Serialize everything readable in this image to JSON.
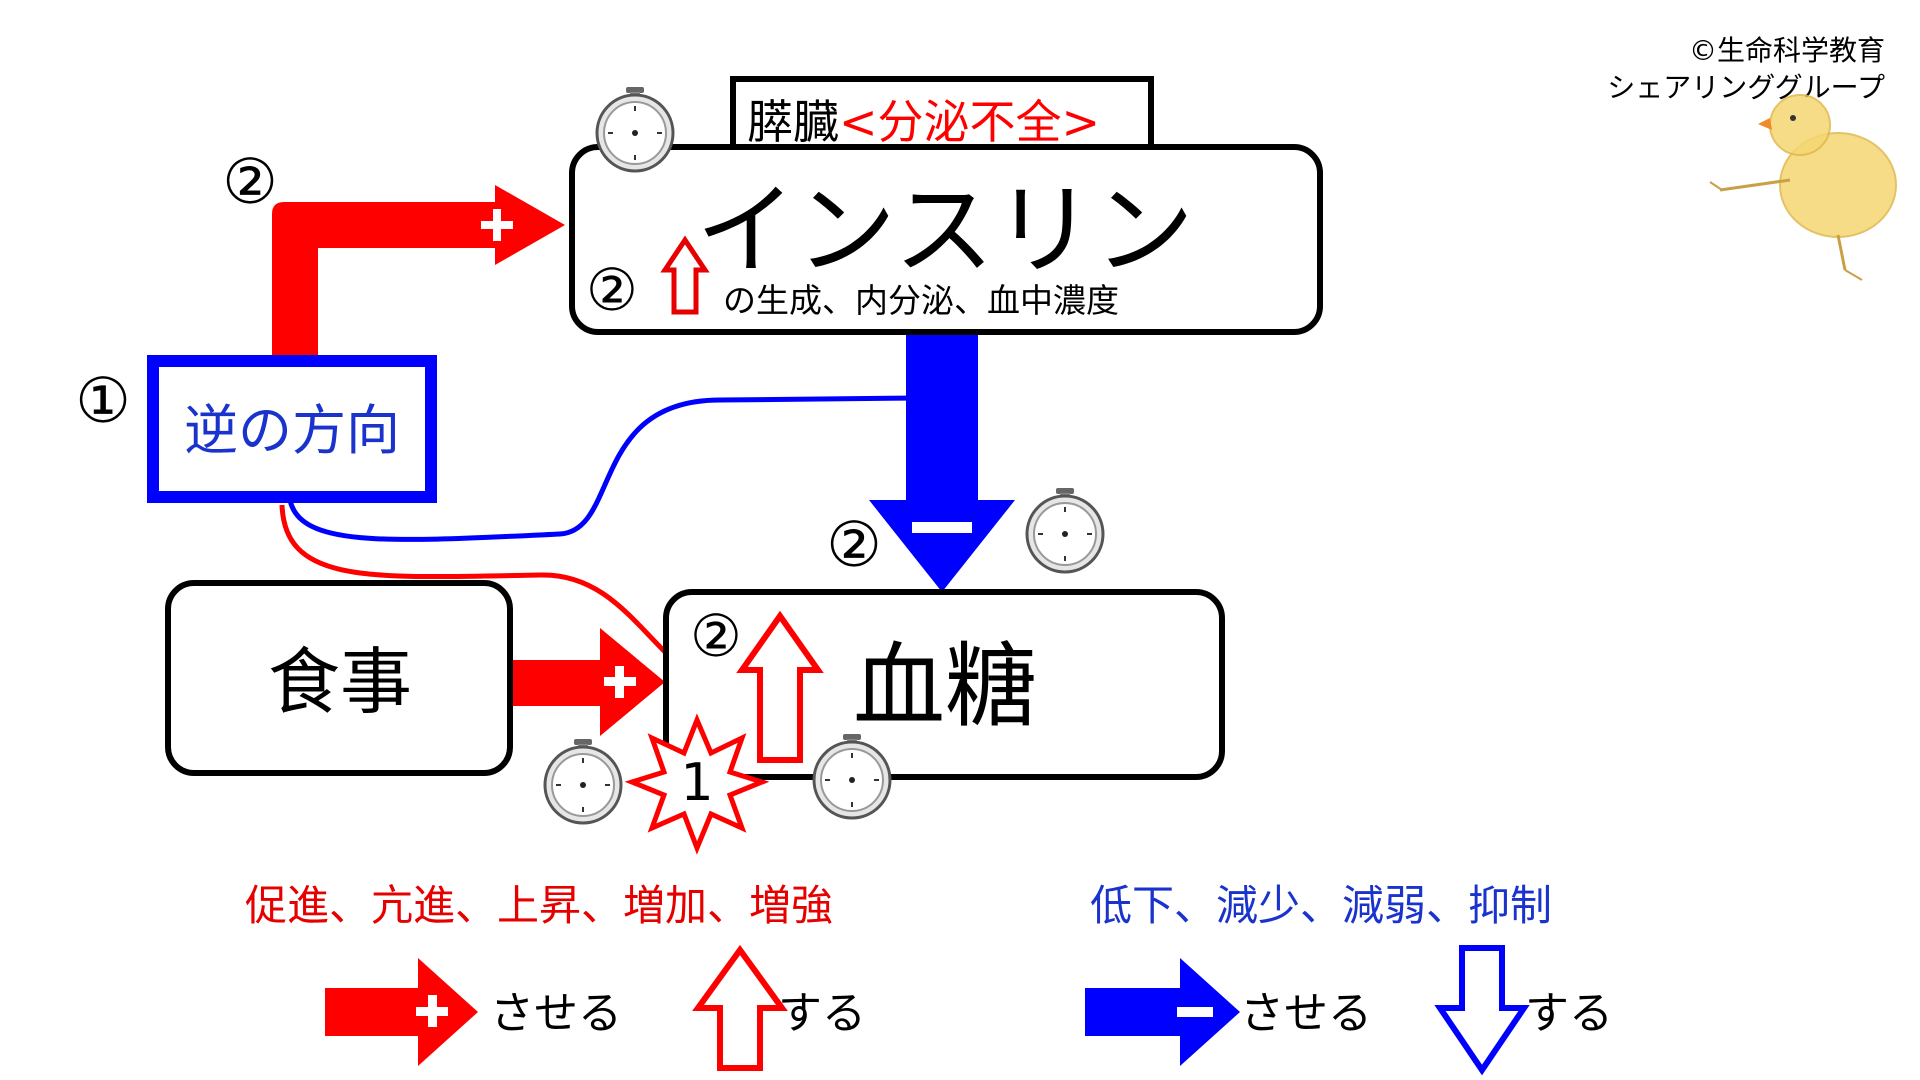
{
  "copyright": {
    "line1": "©生命科学教育",
    "line2": "シェアリンググループ"
  },
  "pancreas": {
    "organ": "膵臓",
    "condition": "<分泌不全>"
  },
  "insulin": {
    "title": "インスリン",
    "subtitle": "の生成、内分泌、血中濃度",
    "marker": "②"
  },
  "reverse_box": {
    "label": "逆の方向",
    "marker": "①"
  },
  "meal": {
    "label": "食事"
  },
  "blood_sugar": {
    "label": "血糖",
    "marker": "②"
  },
  "markers": {
    "top_left": "②",
    "minus_arrow": "②",
    "burst": "1"
  },
  "legend": {
    "red_terms": "促進、亢進、上昇、増加、増強",
    "blue_terms": "低下、減少、減弱、抑制",
    "red_plus_label": "させる",
    "red_up_label": "する",
    "blue_minus_label": "させる",
    "blue_down_label": "する"
  },
  "icons": [
    "stopwatch-icon",
    "burst-icon",
    "chick-illustration"
  ],
  "colors": {
    "red": "#ff0000",
    "blue": "#0000ff",
    "dark_red": "#e60000",
    "text_blue": "#1a33cc",
    "black": "#000000"
  }
}
